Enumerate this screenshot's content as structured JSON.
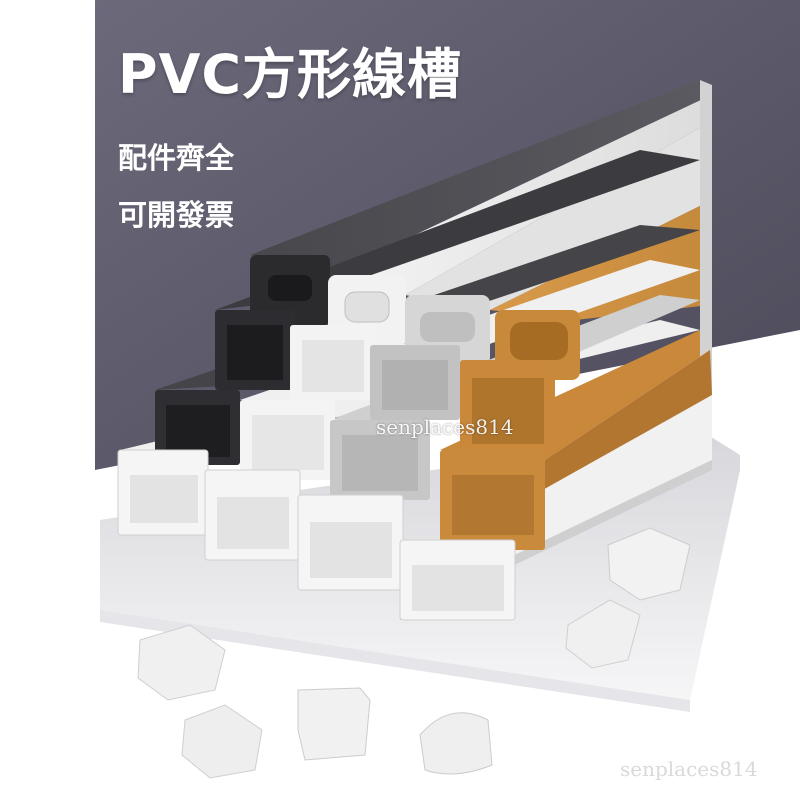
{
  "headline": "PVC方形線槽",
  "features": [
    "配件齊全",
    "可開發票"
  ],
  "watermarks": [
    "senplaces814",
    "senplaces814"
  ],
  "colors": {
    "background": "#5d5b6b",
    "black_channel": "#2b2b2e",
    "white_channel": "#f2f2f2",
    "grey_channel": "#bdbdbd",
    "wood_channel": "#c88a3a"
  }
}
